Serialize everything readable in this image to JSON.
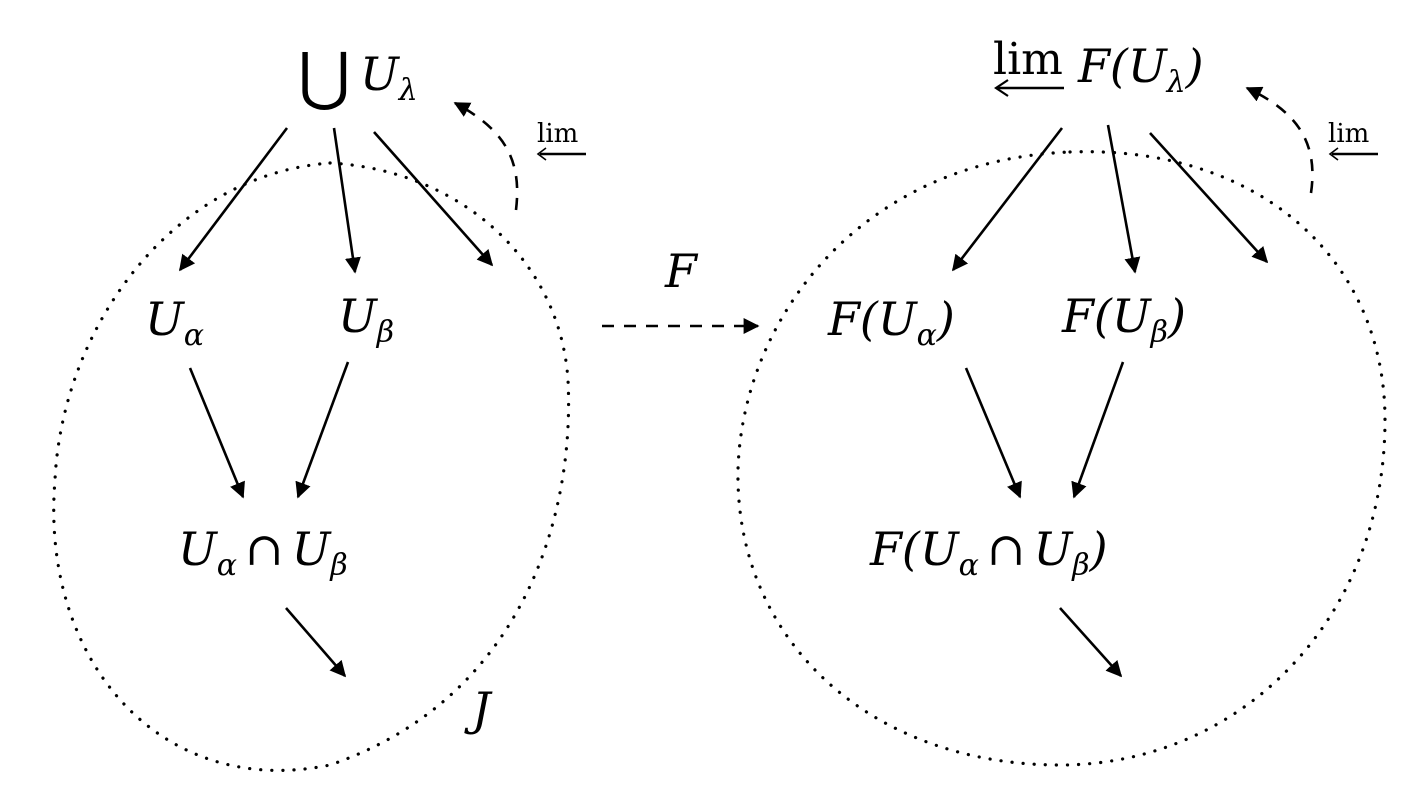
{
  "left": {
    "union_symbol": "⋃",
    "top_node": {
      "base": "U",
      "sub": "λ"
    },
    "node_alpha": {
      "base": "U",
      "sub": "α"
    },
    "node_beta": {
      "base": "U",
      "sub": "β"
    },
    "intersection": {
      "base_a": "U",
      "sub_a": "α",
      "cap": "∩",
      "base_b": "U",
      "sub_b": "β"
    },
    "index_label": "J",
    "lim_label": "lim"
  },
  "functor_label": "F",
  "right": {
    "top_node": {
      "lim": "lim",
      "prefix": "F(",
      "base": "U",
      "sub": "λ",
      "suffix": ")"
    },
    "node_alpha": {
      "prefix": "F(",
      "base": "U",
      "sub": "α",
      "suffix": ")"
    },
    "node_beta": {
      "prefix": "F(",
      "base": "U",
      "sub": "β",
      "suffix": ")"
    },
    "intersection": {
      "prefix": "F(",
      "base_a": "U",
      "sub_a": "α",
      "cap": "∩",
      "base_b": "U",
      "sub_b": "β",
      "suffix": ")"
    },
    "lim_label": "lim"
  }
}
